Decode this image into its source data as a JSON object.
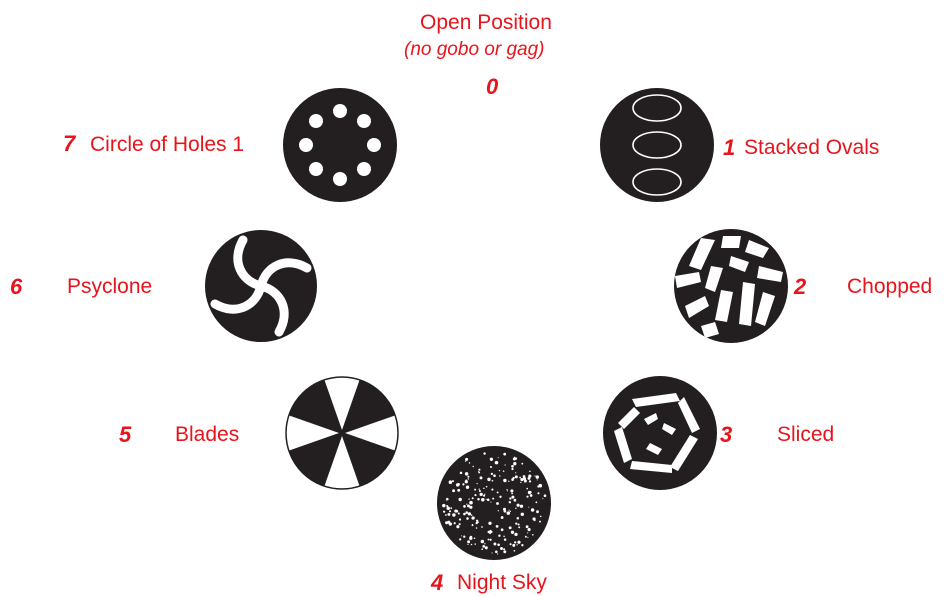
{
  "open_position": {
    "title": "Open Position",
    "subtitle": "(no gobo or gag)",
    "number": "0"
  },
  "slots": [
    {
      "number": "1",
      "name": "Stacked Ovals"
    },
    {
      "number": "2",
      "name": "Chopped"
    },
    {
      "number": "3",
      "name": "Sliced"
    },
    {
      "number": "4",
      "name": "Night Sky"
    },
    {
      "number": "5",
      "name": "Blades"
    },
    {
      "number": "6",
      "name": "Psyclone"
    },
    {
      "number": "7",
      "name": "Circle of Holes 1"
    }
  ],
  "colors": {
    "label": "#e8141c",
    "gobo_fill": "#231f20",
    "gobo_pattern": "#ffffff"
  }
}
